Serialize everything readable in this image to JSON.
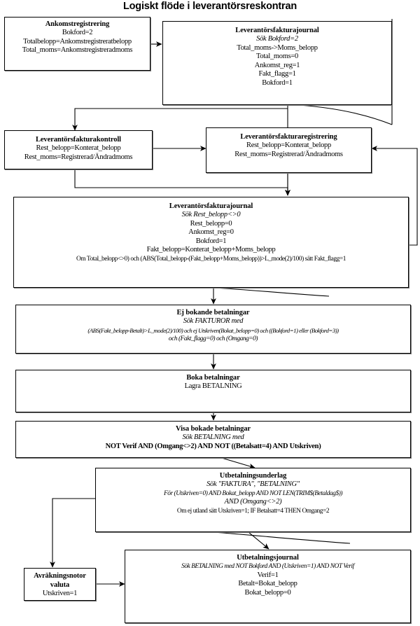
{
  "title": "Logiskt flöde i leverantörsreskontran",
  "nodes": [
    {
      "key": "ankomstregistrering",
      "name": "node-ankomstregistrering",
      "header": "Ankomstregistrering",
      "lines": [
        {
          "text": "Bokford=2",
          "style": "plain"
        },
        {
          "text": "Totalbelopp=Ankomstregistreratbelopp",
          "style": "plain"
        },
        {
          "text": "Total_moms=Ankomstregistreradmoms",
          "style": "plain"
        }
      ]
    },
    {
      "key": "leverantorsfakturajournal_top",
      "name": "node-leverantorsfakturajournal-top",
      "header": "Leverantörsfakturajournal",
      "lines": [
        {
          "text": "Sök Bokford=2",
          "style": "italic"
        },
        {
          "text": "Total_moms->Moms_belopp",
          "style": "plain"
        },
        {
          "text": "Total_moms=0",
          "style": "plain"
        },
        {
          "text": "Ankomst_reg=1",
          "style": "plain"
        },
        {
          "text": "Fakt_flagg=1",
          "style": "plain"
        },
        {
          "text": "Bokford=1",
          "style": "plain"
        }
      ]
    },
    {
      "key": "leverantorsfakturakontroll",
      "name": "node-leverantorsfakturakontroll",
      "header": "Leverantörsfakturakontroll",
      "lines": [
        {
          "text": "Rest_belopp=Konterat_belopp",
          "style": "plain"
        },
        {
          "text": "Rest_moms=Registrerad/Ändradmoms",
          "style": "plain"
        }
      ]
    },
    {
      "key": "leverantorsfakturaregistrering",
      "name": "node-leverantorsfakturaregistrering",
      "header": "Leverantörsfakturaregistrering",
      "lines": [
        {
          "text": "Rest_belopp=Konterat_belopp",
          "style": "plain"
        },
        {
          "text": "Rest_moms=Registrerad/Ändradmoms",
          "style": "plain"
        }
      ]
    },
    {
      "key": "leverantorsfakturajournal_mid",
      "name": "node-leverantorsfakturajournal-mid",
      "header": "Leverantörsfakturajournal",
      "lines": [
        {
          "text": "Sök Rest_belopp<>0",
          "style": "italic"
        },
        {
          "text": "Rest_belopp=0",
          "style": "plain"
        },
        {
          "text": "Ankomst_reg=0",
          "style": "plain"
        },
        {
          "text": "Bokford=1",
          "style": "plain"
        },
        {
          "text": "Fakt_belopp=Konterat_belopp+Moms_belopp",
          "style": "plain"
        },
        {
          "text": "Om Total_belopp<>0) och (ABS(Total_belopp-(Fakt_belopp+Moms_belopp))>L_mode(2)/100) sätt Fakt_flagg=1",
          "style": "small"
        }
      ]
    },
    {
      "key": "ej_bokande_betalningar",
      "name": "node-ej-bokande-betalningar",
      "header": "Ej bokande  betalningar",
      "lines": [
        {
          "text": "Sök FAKTUROR med",
          "style": "italic"
        },
        {
          "text": "(ABS(Fakt_belopp-Betalt)>L_mode(2)/100) och ej Utskriven(Bokat_belopp=0) och ((Bokford=1) eller (Bokford=3))",
          "style": "italic-small"
        },
        {
          "text": "och (Fakt_flagg=0) och (Omgang=0)",
          "style": "italic"
        }
      ]
    },
    {
      "key": "boka_betalningar",
      "name": "node-boka-betalningar",
      "header": "Boka betalningar",
      "lines": [
        {
          "text": "Lagra BETALNING",
          "style": "plain"
        }
      ]
    },
    {
      "key": "visa_bokade_betalningar",
      "name": "node-visa-bokade-betalningar",
      "header": "Visa bokade  betalningar",
      "lines": [
        {
          "text": "Sök BETALNING med",
          "style": "italic"
        },
        {
          "text": "NOT Verif AND (Omgang<>2) AND NOT ((Betalsatt=4) AND Utskriven)",
          "style": "bold"
        }
      ]
    },
    {
      "key": "utbetalningsunderlag",
      "name": "node-utbetalningsunderlag",
      "header": "Utbetalningsunderlag",
      "lines": [
        {
          "text": "Sök \"FAKTURA\", \"BETALNING\"",
          "style": "italic"
        },
        {
          "text": "För (Utskriven=0) AND Bokat_belopp AND NOT LEN(TRIM$(Betaldag$))",
          "style": "italic"
        },
        {
          "text": "AND (Omgang<>2)",
          "style": "italic"
        },
        {
          "text": "Om ej utland sätt Utskriven=1; IF  Betalsatt=4 THEN Omgang=2",
          "style": "plain"
        }
      ]
    },
    {
      "key": "avrakningsnotor_valuta",
      "name": "node-avrakningsnotor-valuta",
      "header": "Avräkningsnotor\nvaluta",
      "header_lines": [
        "Avräkningsnotor",
        "valuta"
      ],
      "lines": [
        {
          "text": "Utskriven=1",
          "style": "plain"
        }
      ]
    },
    {
      "key": "utbetalningsjournal",
      "name": "node-utbetalningsjournal",
      "header": "Utbetalningsjournal",
      "lines": [
        {
          "text": "Sök  BETALNING med NOT Bokford AND (Utskriven=1) AND NOT Verif",
          "style": "italic"
        },
        {
          "text": "Verif=1",
          "style": "plain"
        },
        {
          "text": "Betalt=Bokat_belopp",
          "style": "plain"
        },
        {
          "text": "Bokat_belopp=0",
          "style": "plain"
        }
      ]
    }
  ],
  "colors": {
    "line": "#000000",
    "shadow": "#7a7a7a",
    "background": "#ffffff",
    "text": "#000000"
  }
}
